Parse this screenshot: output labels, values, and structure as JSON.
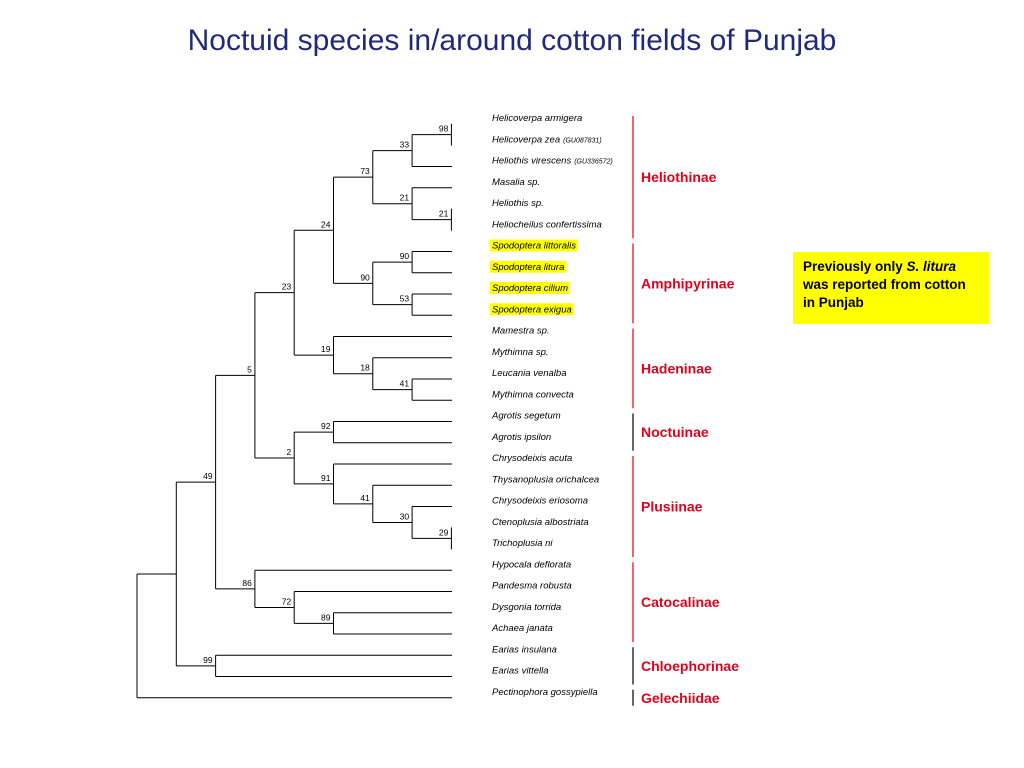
{
  "title": "Noctuid species in/around cotton fields of Punjab",
  "note": {
    "prefix": "Previously only ",
    "species": "S. litura",
    "suffix": " was reported from cotton in Punjab",
    "background": "#FFFF00"
  },
  "colors": {
    "title": "#1F2A7A",
    "subfamily": "#E2001A",
    "highlight": "#FFFF00",
    "branch": "#000000"
  },
  "taxa": [
    {
      "id": "ha",
      "name": "Helicoverpa armigera"
    },
    {
      "id": "hz",
      "name": "Helicoverpa zea",
      "accession": "(GU087831)"
    },
    {
      "id": "hv",
      "name": "Heliothis virescens",
      "accession": "(GU336572)"
    },
    {
      "id": "ms",
      "name": "Masalia sp."
    },
    {
      "id": "hs",
      "name": "Heliothis sp."
    },
    {
      "id": "hc",
      "name": "Heliocheilus confertissima"
    },
    {
      "id": "sl",
      "name": "Spodoptera littoralis",
      "highlight": true
    },
    {
      "id": "slt",
      "name": "Spodoptera litura",
      "highlight": true
    },
    {
      "id": "sc",
      "name": "Spodoptera cilium",
      "highlight": true
    },
    {
      "id": "se",
      "name": "Spodoptera exigua",
      "highlight": true
    },
    {
      "id": "mam",
      "name": "Mamestra sp."
    },
    {
      "id": "mys",
      "name": "Mythimna sp."
    },
    {
      "id": "lv",
      "name": "Leucania venalba"
    },
    {
      "id": "mc",
      "name": "Mythimna convecta"
    },
    {
      "id": "as",
      "name": "Agrotis segetum"
    },
    {
      "id": "ai",
      "name": "Agrotis ipsilon"
    },
    {
      "id": "ca",
      "name": "Chrysodeixis acuta"
    },
    {
      "id": "to",
      "name": "Thysanoplusia orichalcea"
    },
    {
      "id": "ce",
      "name": "Chrysodeixis eriosoma"
    },
    {
      "id": "cal",
      "name": "Ctenoplusia albostriata"
    },
    {
      "id": "tn",
      "name": "Trichoplusia ni"
    },
    {
      "id": "hd",
      "name": "Hypocala deflorata"
    },
    {
      "id": "pr",
      "name": "Pandesma robusta"
    },
    {
      "id": "dt",
      "name": "Dysgonia torrida"
    },
    {
      "id": "aj",
      "name": "Achaea janata"
    },
    {
      "id": "ein",
      "name": "Earias insulana"
    },
    {
      "id": "evi",
      "name": "Earias vittella"
    },
    {
      "id": "pg",
      "name": "Pectinophora gossypiella"
    }
  ],
  "clades": [
    {
      "id": "c1",
      "children": [
        "ha",
        "hz"
      ],
      "support": "98"
    },
    {
      "id": "c2",
      "children": [
        "c1",
        "hv"
      ],
      "support": "33"
    },
    {
      "id": "c3",
      "children": [
        "hs",
        "hc"
      ],
      "support": "21"
    },
    {
      "id": "c4",
      "children": [
        "ms",
        "c3"
      ],
      "support": "21"
    },
    {
      "id": "c5",
      "children": [
        "c2",
        "c4"
      ],
      "support": "73"
    },
    {
      "id": "c6",
      "children": [
        "sl",
        "slt"
      ],
      "support": "90"
    },
    {
      "id": "c7",
      "children": [
        "sc",
        "se"
      ],
      "support": "53"
    },
    {
      "id": "c8",
      "children": [
        "c6",
        "c7"
      ],
      "support": "90"
    },
    {
      "id": "c9",
      "children": [
        "c5",
        "c8"
      ],
      "support": "24"
    },
    {
      "id": "c10",
      "children": [
        "lv",
        "mc"
      ],
      "support": "41"
    },
    {
      "id": "c11",
      "children": [
        "mys",
        "c10"
      ],
      "support": "18"
    },
    {
      "id": "c12",
      "children": [
        "mam",
        "c11"
      ],
      "support": "19"
    },
    {
      "id": "c13",
      "children": [
        "c9",
        "c12"
      ],
      "support": "23"
    },
    {
      "id": "c14",
      "children": [
        "as",
        "ai"
      ],
      "support": "92"
    },
    {
      "id": "c15",
      "children": [
        "cal",
        "tn"
      ],
      "support": "29"
    },
    {
      "id": "c16",
      "children": [
        "ce",
        "c15"
      ],
      "support": "30"
    },
    {
      "id": "c17",
      "children": [
        "to",
        "c16"
      ],
      "support": "41"
    },
    {
      "id": "c18",
      "children": [
        "ca",
        "c17"
      ],
      "support": "91"
    },
    {
      "id": "c19",
      "children": [
        "c14",
        "c18"
      ],
      "support": "2"
    },
    {
      "id": "c20",
      "children": [
        "c13",
        "c19"
      ],
      "support": "5"
    },
    {
      "id": "c21",
      "children": [
        "dt",
        "aj"
      ],
      "support": "89"
    },
    {
      "id": "c22",
      "children": [
        "pr",
        "c21"
      ],
      "support": "72"
    },
    {
      "id": "c23",
      "children": [
        "hd",
        "c22"
      ],
      "support": "86"
    },
    {
      "id": "c24",
      "children": [
        "c20",
        "c23"
      ],
      "support": "49"
    },
    {
      "id": "c25",
      "children": [
        "ein",
        "evi"
      ],
      "support": "99"
    },
    {
      "id": "c26",
      "children": [
        "c24",
        "c25"
      ],
      "support": ""
    },
    {
      "id": "root",
      "children": [
        "c26",
        "pg"
      ],
      "support": ""
    }
  ],
  "subfamilies": [
    {
      "name": "Heliothinae",
      "from": "ha",
      "to": "hc",
      "bar": "red"
    },
    {
      "name": "Amphipyrinae",
      "from": "sl",
      "to": "se",
      "bar": "red"
    },
    {
      "name": "Hadeninae",
      "from": "mam",
      "to": "mc",
      "bar": "red"
    },
    {
      "name": "Noctuinae",
      "from": "as",
      "to": "ai",
      "bar": "black"
    },
    {
      "name": "Plusiinae",
      "from": "ca",
      "to": "tn",
      "bar": "red"
    },
    {
      "name": "Catocalinae",
      "from": "hd",
      "to": "aj",
      "bar": "red"
    },
    {
      "name": "Chloephorinae",
      "from": "ein",
      "to": "evi",
      "bar": "black"
    },
    {
      "name": "Gelechiidae",
      "from": "pg",
      "to": "pg",
      "bar": "black"
    }
  ]
}
